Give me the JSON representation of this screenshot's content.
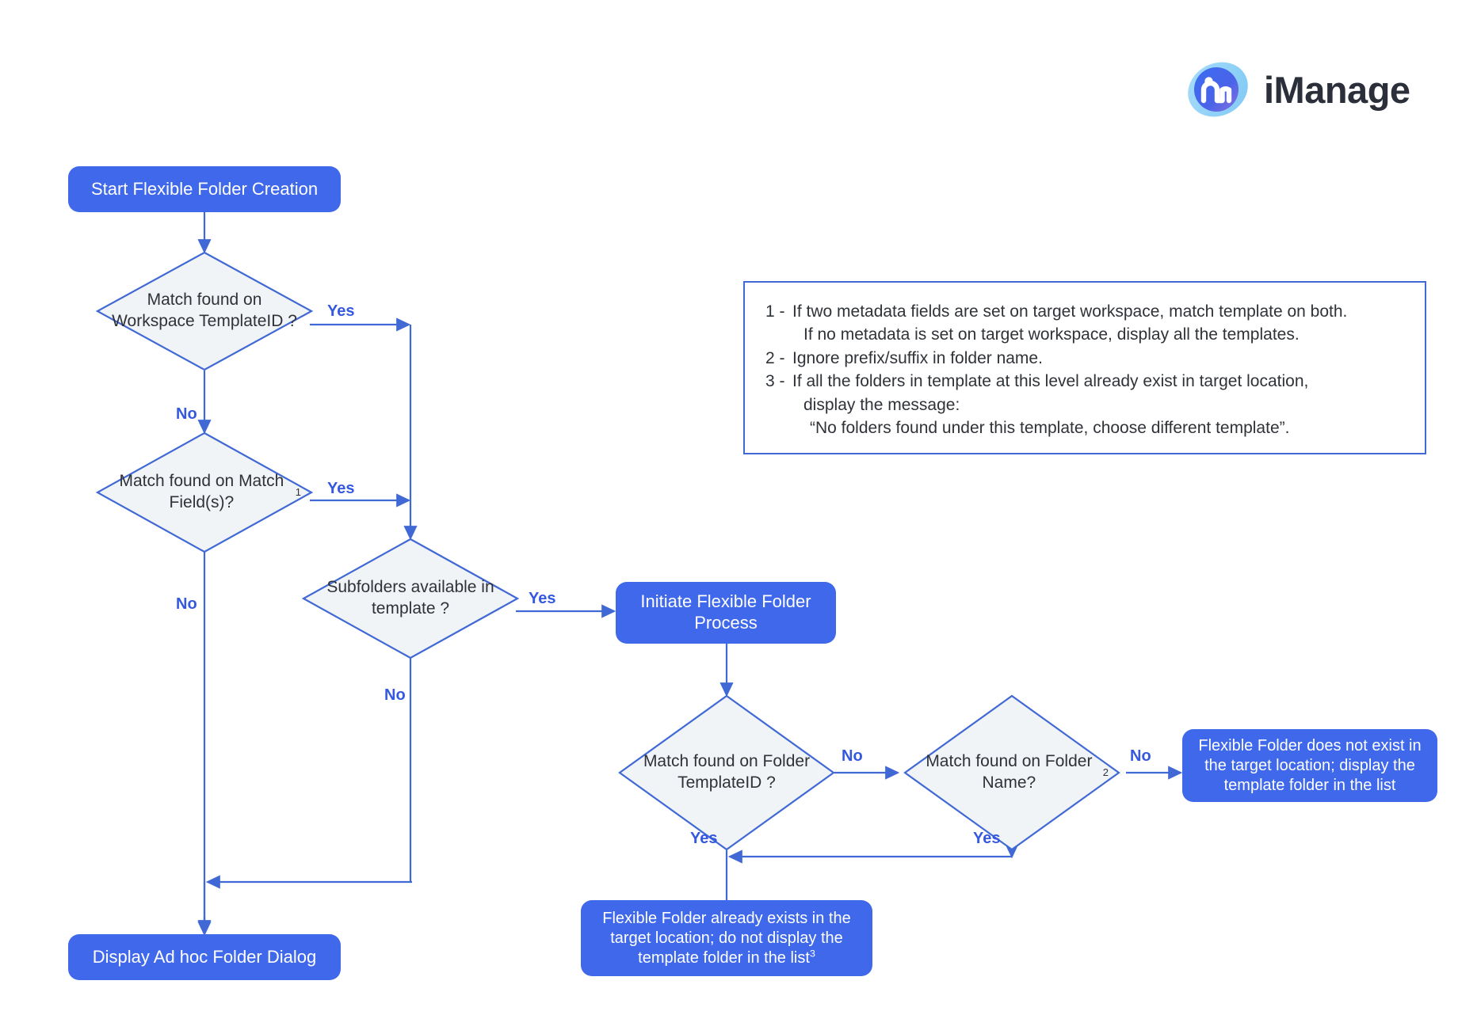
{
  "brand": {
    "name": "iManage",
    "logo_icon": "imanage-logo-icon",
    "colors": {
      "blue": "#3f68ea",
      "line": "#4169d6",
      "diamond_fill": "#f1f4f7",
      "text": "#2f3338"
    }
  },
  "nodes": {
    "start": {
      "label": "Start Flexible Folder Creation",
      "type": "terminator"
    },
    "d_workspace_template": {
      "label": "Match found on Workspace TemplateID ?",
      "type": "decision"
    },
    "d_match_fields": {
      "label": "Match found on Match Field(s)?",
      "sup": "1",
      "type": "decision"
    },
    "d_subfolders": {
      "label": "Subfolders available in template ?",
      "type": "decision"
    },
    "initiate": {
      "label": "Initiate Flexible Folder Process",
      "type": "process"
    },
    "d_folder_template": {
      "label": "Match found on Folder TemplateID ?",
      "type": "decision"
    },
    "d_folder_name": {
      "label": "Match found on Folder Name?",
      "sup": "2",
      "type": "decision"
    },
    "adhoc": {
      "label": "Display Ad hoc Folder Dialog",
      "type": "terminator"
    },
    "exists": {
      "label": "Flexible Folder already exists in the target location; do not display the template folder in the list",
      "sup": "3",
      "type": "terminator"
    },
    "not_exists": {
      "label": "Flexible Folder does not exist in the target location; display the template folder in the list",
      "type": "terminator"
    }
  },
  "edge_labels": {
    "yes1": "Yes",
    "no1": "No",
    "yes2": "Yes",
    "no2": "No",
    "yes3": "Yes",
    "no3": "No",
    "yes4": "Yes",
    "no4": "No",
    "yes5": "Yes",
    "no5": "No"
  },
  "notes": {
    "items": [
      {
        "num": "1 -",
        "lines": [
          "If two metadata fields are set on target workspace, match template on both.",
          "If no metadata is set on target workspace, display all the templates."
        ]
      },
      {
        "num": "2 -",
        "lines": [
          "Ignore prefix/suffix in folder name."
        ]
      },
      {
        "num": "3 -",
        "lines": [
          "If all the folders in template at this level already exist in target location,",
          "display the message:",
          "“No folders found under this template, choose different template”."
        ]
      }
    ]
  }
}
